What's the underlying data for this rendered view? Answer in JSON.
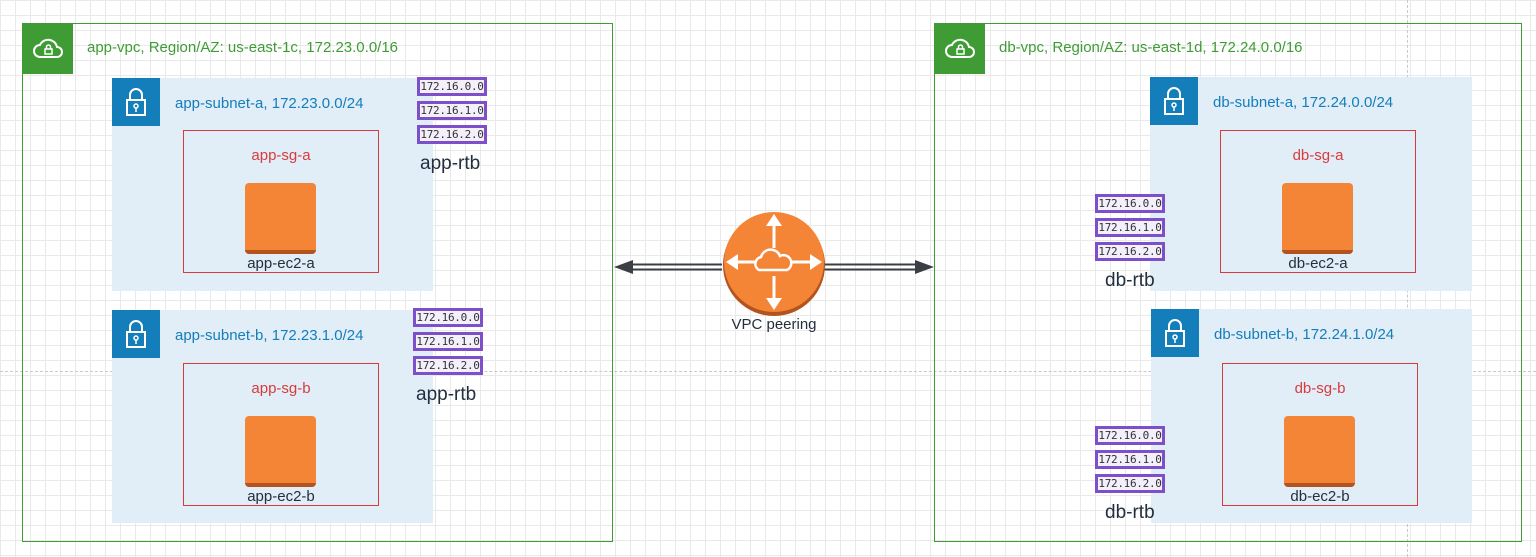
{
  "vpcs": [
    {
      "title": "app-vpc, Region/AZ: us-east-1c, 172.23.0.0/16"
    },
    {
      "title": "db-vpc, Region/AZ: us-east-1d, 172.24.0.0/16"
    }
  ],
  "subnets": [
    {
      "title": "app-subnet-a, 172.23.0.0/24",
      "sg": "app-sg-a",
      "ec2": "app-ec2-a"
    },
    {
      "title": "app-subnet-b, 172.23.1.0/24",
      "sg": "app-sg-b",
      "ec2": "app-ec2-b"
    },
    {
      "title": "db-subnet-a, 172.24.0.0/24",
      "sg": "db-sg-a",
      "ec2": "db-ec2-a"
    },
    {
      "title": "db-subnet-b, 172.24.1.0/24",
      "sg": "db-sg-b",
      "ec2": "db-ec2-b"
    }
  ],
  "route_tables": [
    {
      "label": "app-rtb",
      "routes": [
        "172.16.0.0",
        "172.16.1.0",
        "172.16.2.0"
      ]
    },
    {
      "label": "app-rtb",
      "routes": [
        "172.16.0.0",
        "172.16.1.0",
        "172.16.2.0"
      ]
    },
    {
      "label": "db-rtb",
      "routes": [
        "172.16.0.0",
        "172.16.1.0",
        "172.16.2.0"
      ]
    },
    {
      "label": "db-rtb",
      "routes": [
        "172.16.0.0",
        "172.16.1.0",
        "172.16.2.0"
      ]
    }
  ],
  "peering": {
    "label": "VPC peering"
  },
  "colors": {
    "vpc": "#3f9c35",
    "subnet": "#147eba",
    "subnet_bg": "#e1edf7",
    "sg": "#d83b3b",
    "ec2": "#f58536",
    "route": "#7d4fc8"
  },
  "icons": {
    "vpc": "cloud-lock-icon",
    "subnet": "padlock-icon",
    "peering": "vpc-peering-router-icon",
    "ec2": "ec2-instance-icon"
  }
}
